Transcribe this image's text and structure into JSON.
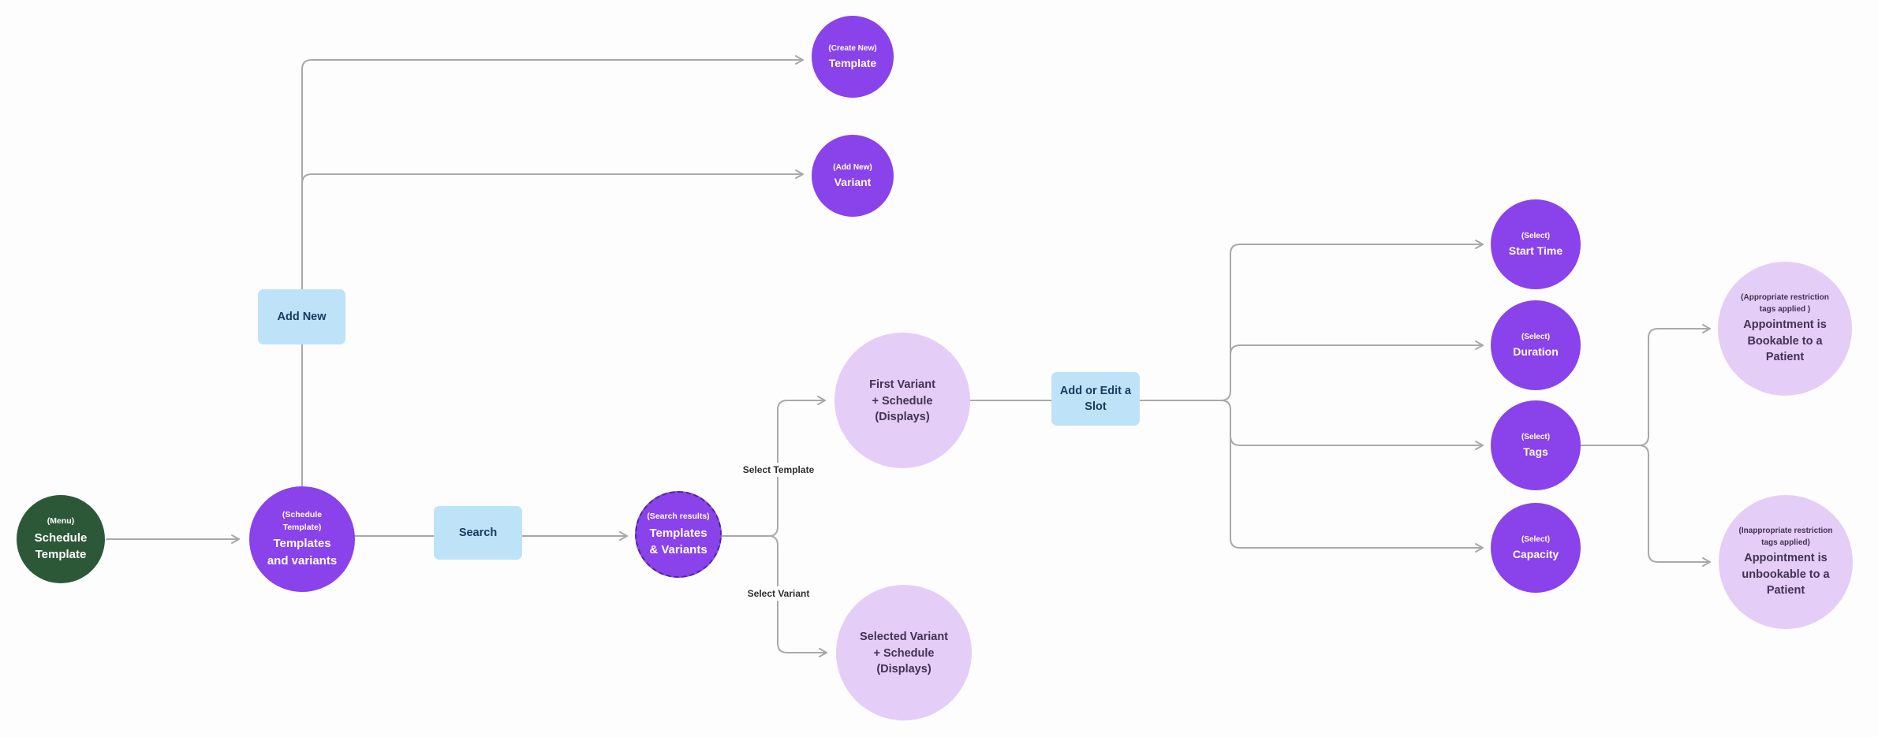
{
  "diagram": {
    "nodes": {
      "menu": {
        "tag": "(Menu)",
        "title": [
          "Schedule",
          "Template"
        ]
      },
      "templates_variants": {
        "tag": [
          "(Schedule",
          "Template)"
        ],
        "title": [
          "Templates",
          "and variants"
        ]
      },
      "add_new": {
        "label": "Add New"
      },
      "search": {
        "label": "Search"
      },
      "search_results": {
        "tag": "(Search results)",
        "title": [
          "Templates",
          "& Variants"
        ]
      },
      "create_template": {
        "tag": "(Create New)",
        "title": "Template"
      },
      "add_variant": {
        "tag": "(Add New)",
        "title": "Variant"
      },
      "first_variant": {
        "title": [
          "First Variant",
          "+ Schedule",
          "(Displays)"
        ]
      },
      "selected_variant": {
        "title": [
          "Selected Variant",
          "+ Schedule",
          "(Displays)"
        ]
      },
      "add_edit_slot": {
        "label": [
          "Add or Edit a",
          "Slot"
        ]
      },
      "start_time": {
        "tag": "(Select)",
        "title": "Start Time"
      },
      "duration": {
        "tag": "(Select)",
        "title": "Duration"
      },
      "tags": {
        "tag": "(Select)",
        "title": "Tags"
      },
      "capacity": {
        "tag": "(Select)",
        "title": "Capacity"
      },
      "bookable": {
        "tag": [
          "(Appropriate restriction",
          "tags applied )"
        ],
        "title": [
          "Appointment is",
          "Bookable to a",
          "Patient"
        ]
      },
      "unbookable": {
        "tag": [
          "(Inappropriate restriction",
          "tags applied)"
        ],
        "title": [
          "Appointment is",
          "unbookable to a",
          "Patient"
        ]
      }
    },
    "edge_labels": {
      "select_template": "Select Template",
      "select_variant": "Select Variant"
    },
    "colors": {
      "node_purple": "#8a42ea",
      "node_green": "#2d5837",
      "node_light_purple": "#e4cdf6",
      "action_light_blue": "#bee3f8",
      "dashed_border": "#4b2794",
      "connector_gray": "#a9a9a9"
    }
  }
}
